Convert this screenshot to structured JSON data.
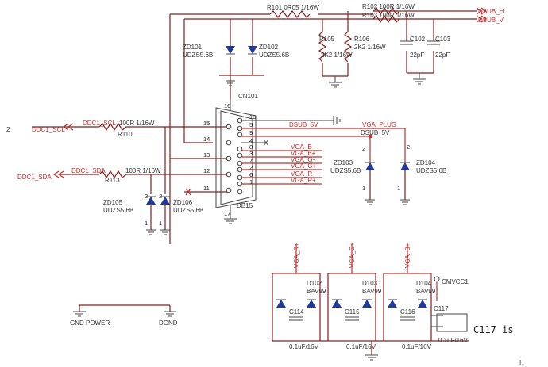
{
  "nets": {
    "dsub_h": "DSUB_H",
    "dsub_v": "DSUB_V",
    "ddc1_scl_port": "DDC1_SCL",
    "ddc1_scl": "DDC1_SCL",
    "ddc1_sda_port": "DDC1_SDA",
    "ddc1_sda": "DDC1_SDA",
    "dsub_5v": "DSUB_5V",
    "dsub_5v_b": "DSUB_5V",
    "vga_plug": "VGA_PLUG",
    "vga_b_minus": "VGA_B-",
    "vga_b_plus": "VGA_B+",
    "vga_g_minus": "VGA_G-",
    "vga_g_plus": "VGA_G+",
    "vga_r_minus": "VGA_R-",
    "vga_r_plus": "VGA_R+",
    "vga_r_plus_v": "VGA_R+",
    "vga_g_plus_v": "VGA_G+",
    "vga_b_plus_v": "VGA_B+",
    "cmvcc1": "CMVCC1",
    "gnd_power": "GND POWER",
    "dgnd": "DGND",
    "sheet_num": "2"
  },
  "parts": {
    "r101": "R101   0R05 1/16W",
    "r102": "R102   100R 1/16W",
    "r103": "R103   100R 1/16W",
    "r105_ref": "R105",
    "r105_val": "2K2 1/16W",
    "r106_ref": "R106",
    "r106_val": "2K2 1/16W",
    "c102_ref": "C102",
    "c102_val": "22pF",
    "c103_ref": "C103",
    "c103_val": "22pF",
    "zd101_ref": "ZD101",
    "zd101_val": "UDZS5.6B",
    "zd102_ref": "ZD102",
    "zd102_val": "UDZS5.6B",
    "cn101": "CN101",
    "r110_val": "100R 1/16W",
    "r110_ref": "R110",
    "r113_val": "100R 1/16W",
    "r113_ref": "R113",
    "zd103_ref": "ZD103",
    "zd103_val": "UDZS5.6B",
    "zd104_ref": "ZD104",
    "zd104_val": "UDZS5.6B",
    "zd105_ref": "ZD105",
    "zd105_val": "UDZS5.6B",
    "zd106_ref": "ZD106",
    "zd106_val": "UDZS5.6B",
    "db15": "DB15",
    "d102_ref": "D102",
    "d102_val": "BAV99",
    "d103_ref": "D103",
    "d103_val": "BAV99",
    "d104_ref": "D104",
    "d104_val": "BAV99",
    "c114": "C114",
    "c115": "C115",
    "c116": "C116",
    "c117": "C117",
    "c_val1": "0.1uF/16V",
    "c_val2": "0.1uF/16V",
    "c_val3": "0.1uF/16V",
    "c_val4": "0.1uF/16V"
  },
  "pins": {
    "p16": "16",
    "p17": "17",
    "p15": "15",
    "p14": "14",
    "p13": "13",
    "p12": "12",
    "p11": "11",
    "p10": "10",
    "p5": "5",
    "p9": "9",
    "p4": "4",
    "p8": "8",
    "p3": "3",
    "p7": "7",
    "p2": "2",
    "p6": "6",
    "p1": "1",
    "zd_pin_a": "2",
    "zd_pin_b": "1",
    "zd_pin_c": "2",
    "zd_pin_d": "1",
    "zd_pin_e": "2",
    "zd_pin_f": "1",
    "zd_pin_g": "2",
    "zd_pin_h": "1"
  },
  "annotation": "C117 is",
  "cursor_glyph": "I↓"
}
